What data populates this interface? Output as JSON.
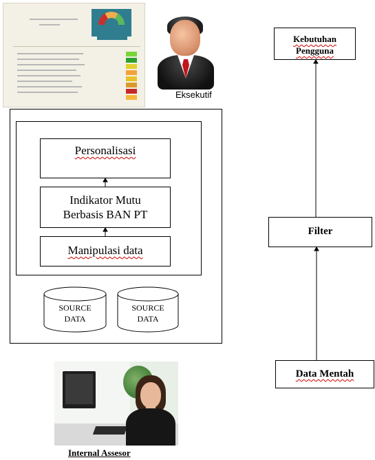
{
  "dashboard": {
    "image_description": "Indicator dashboard screenshot thumbnail",
    "cell_colors": [
      "#7ad53a",
      "#2aa12f",
      "#e4d12f",
      "#f3a23a",
      "#e8c22a",
      "#d89a2c",
      "#c62826",
      "#f6b73c"
    ]
  },
  "executive": {
    "label": "Eksekutif",
    "icon": "executive-person-icon"
  },
  "assessor": {
    "label": "Internal Assesor",
    "icon": "assessor-photo"
  },
  "system": {
    "personalisasi": "Personalisasi",
    "indikator_line1": "Indikator Mutu",
    "indikator_line2": "Berbasis BAN PT",
    "manipulasi": "Manipulasi data",
    "source1_line1": "SOURCE",
    "source1_line2": "DATA",
    "source2_line1": "SOURCE",
    "source2_line2": "DATA"
  },
  "flow": {
    "kebutuhan_line1": "Kebutuhan",
    "kebutuhan_line2": "Pengguna",
    "filter": "Filter",
    "data_mentah": "Data Mentah"
  }
}
